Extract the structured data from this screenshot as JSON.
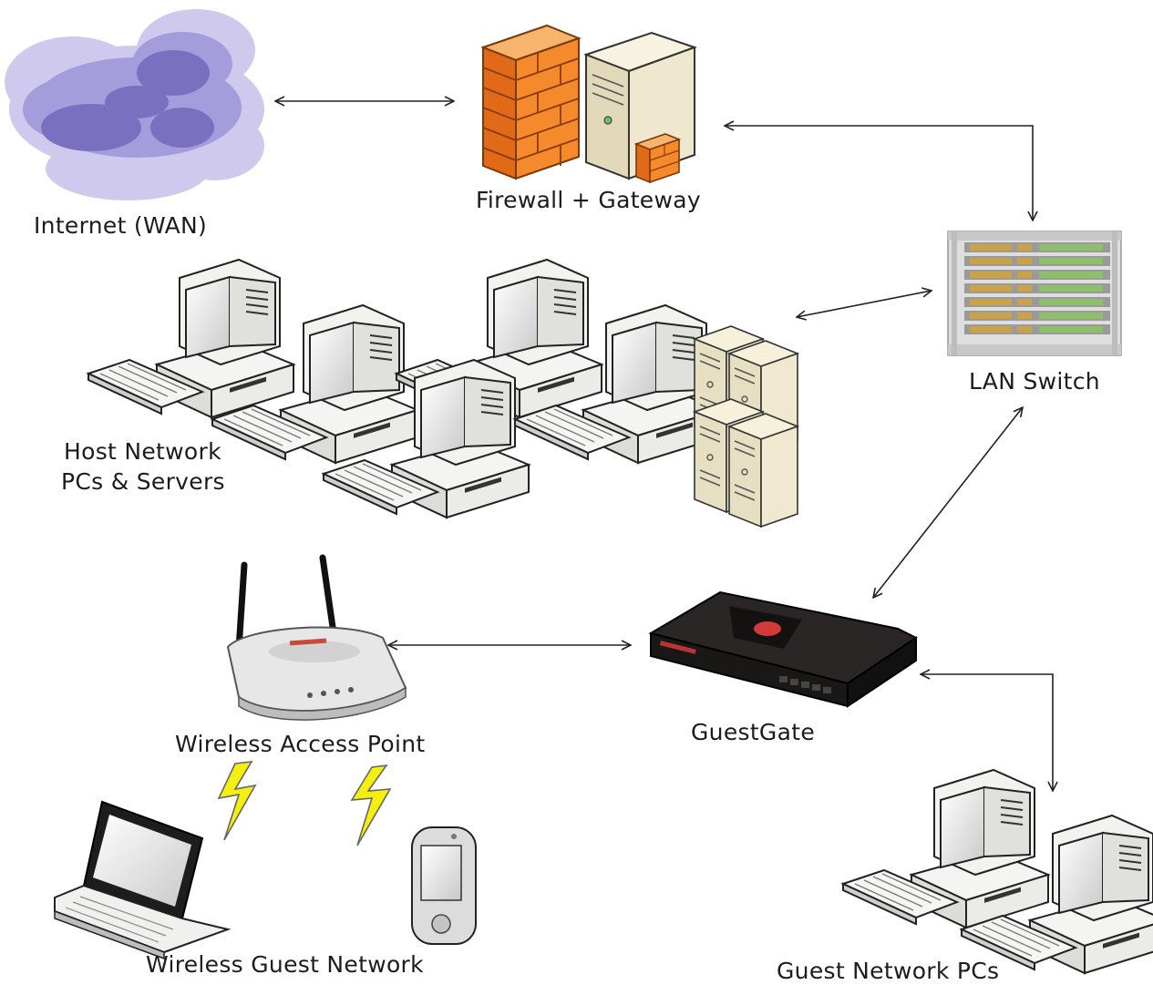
{
  "nodes": {
    "internet": {
      "label": "Internet (WAN)",
      "icon": "cloud-icon"
    },
    "firewall": {
      "label": "Firewall + Gateway",
      "icon": "firewall-server-icon"
    },
    "switch": {
      "label": "LAN Switch",
      "icon": "network-switch-icon"
    },
    "hosts": {
      "label_line1": "Host Network",
      "label_line2": "PCs & Servers",
      "icon": "desktop-pc-icon"
    },
    "ap": {
      "label": "Wireless Access Point",
      "icon": "wireless-router-icon"
    },
    "guestgate": {
      "label": "GuestGate",
      "icon": "guestgate-device-icon"
    },
    "wireless_guests": {
      "label": "Wireless Guest Network",
      "icon": "laptop-icon"
    },
    "guest_pcs": {
      "label": "Guest Network PCs",
      "icon": "desktop-pc-icon"
    }
  },
  "connections": [
    [
      "internet",
      "firewall"
    ],
    [
      "firewall",
      "switch"
    ],
    [
      "switch",
      "hosts"
    ],
    [
      "switch",
      "guestgate"
    ],
    [
      "ap",
      "guestgate"
    ],
    [
      "guestgate",
      "guest_pcs"
    ],
    [
      "ap",
      "wireless_guests"
    ]
  ],
  "colors": {
    "cloud": "#8f86c9",
    "firewall": "#f08a2a",
    "pc_body": "#f1f1ee",
    "device_dark": "#1e1b1b",
    "lightning": "#f5f20c"
  }
}
